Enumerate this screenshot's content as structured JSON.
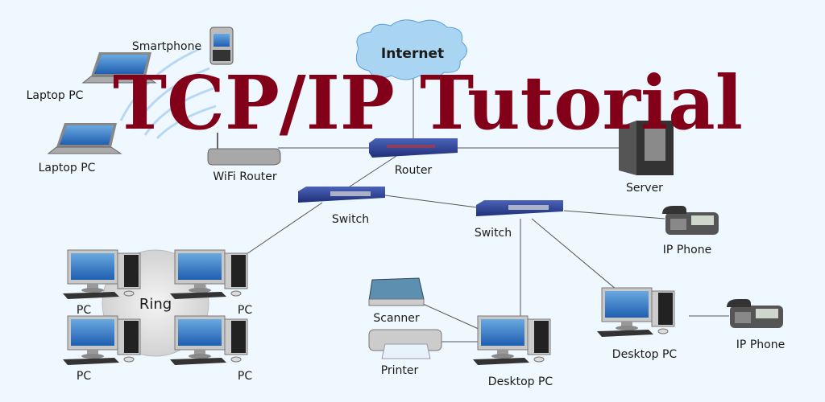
{
  "title": "TCP/IP Tutorial",
  "colors": {
    "title": "#820018",
    "background": "#f0f8ff",
    "screen": "#2f6fc0"
  },
  "nodes": {
    "internet": "Internet",
    "smartphone": "Smartphone",
    "laptop1": "Laptop PC",
    "laptop2": "Laptop PC",
    "wifi_router": "WiFi Router",
    "router": "Router",
    "server": "Server",
    "switch1": "Switch",
    "switch2": "Switch",
    "ip_phone1": "IP Phone",
    "ip_phone2": "IP Phone",
    "ring": "Ring",
    "pc1": "PC",
    "pc2": "PC",
    "pc3": "PC",
    "pc4": "PC",
    "scanner": "Scanner",
    "printer": "Printer",
    "desktop1": "Desktop PC",
    "desktop2": "Desktop PC"
  }
}
